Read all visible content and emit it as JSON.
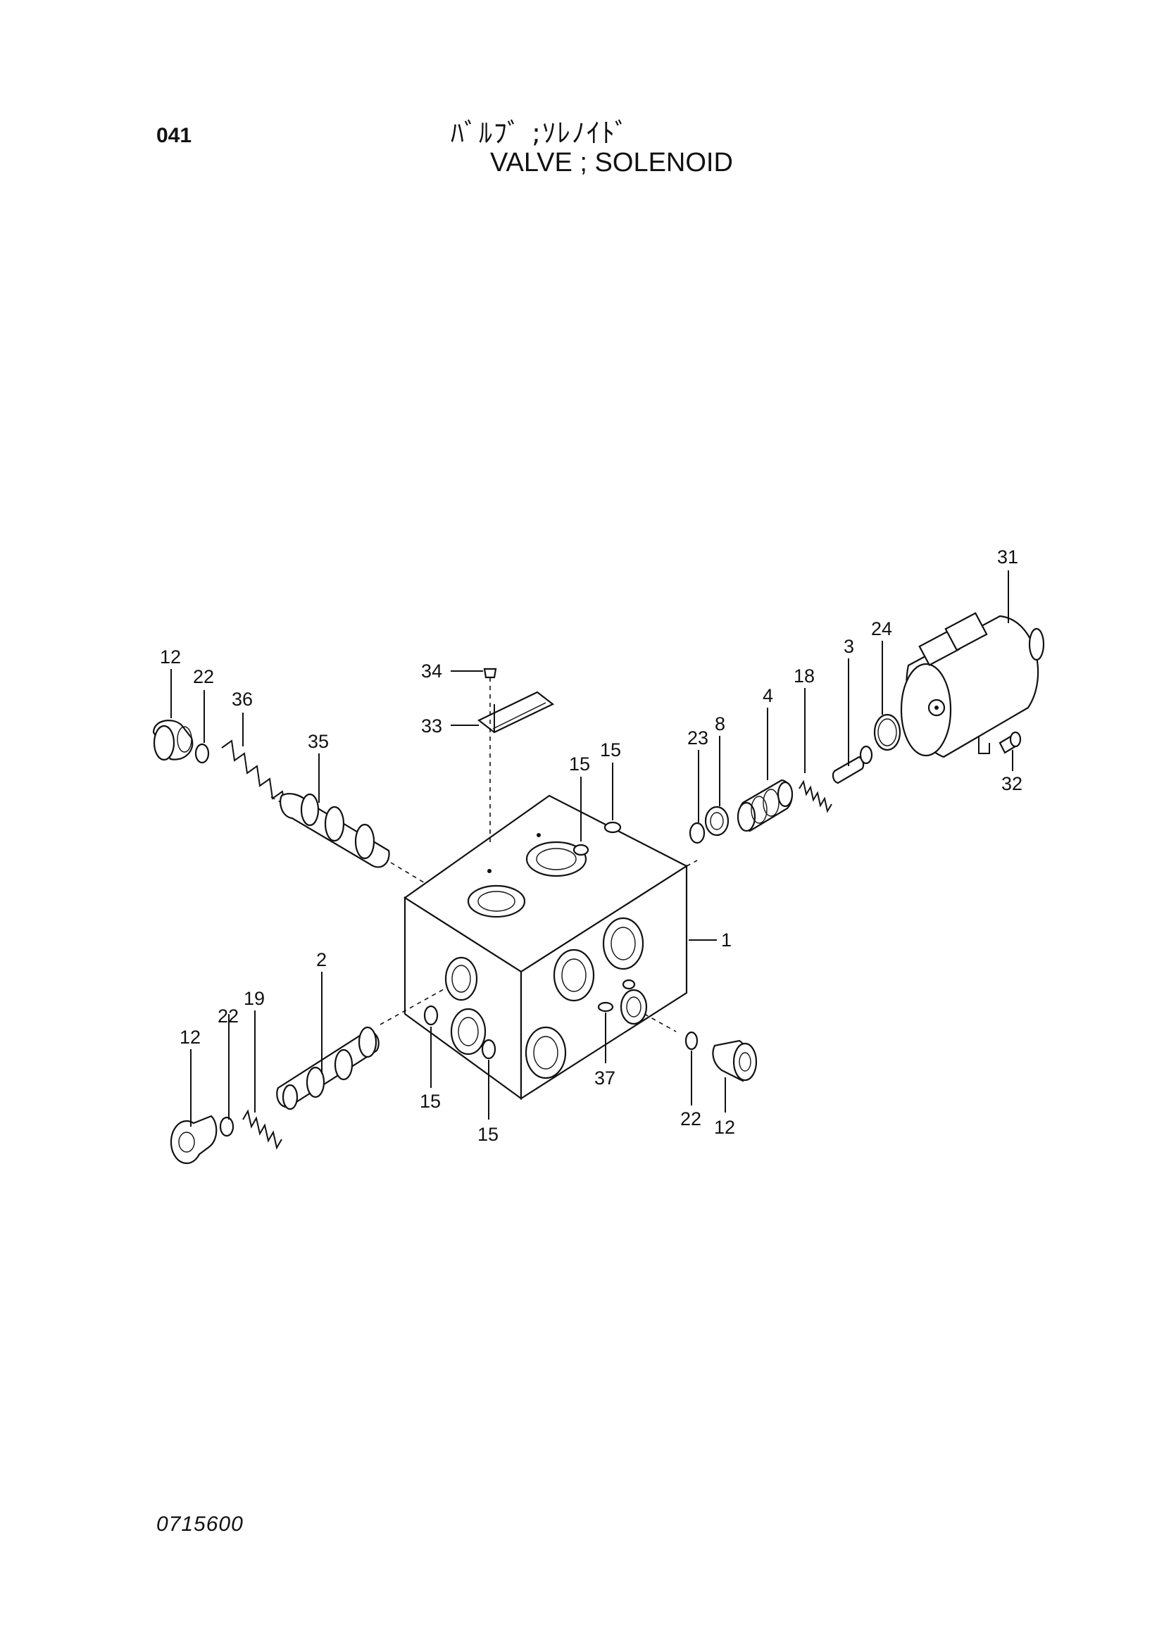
{
  "header": {
    "page_number": "041",
    "title_jp": "ﾊﾞﾙﾌﾞ ;ｿﾚﾉｲﾄﾞ",
    "title_en": "VALVE ; SOLENOID"
  },
  "footer": {
    "drawing_number": "0715600"
  },
  "callouts": {
    "c1": "1",
    "c2": "2",
    "c3": "3",
    "c4": "4",
    "c8": "8",
    "c12_top": "12",
    "c12_left": "12",
    "c12_right": "12",
    "c15_top_a": "15",
    "c15_top_b": "15",
    "c15_bottom_a": "15",
    "c15_bottom_b": "15",
    "c18": "18",
    "c19": "19",
    "c22_top": "22",
    "c22_left": "22",
    "c22_right": "22",
    "c23": "23",
    "c24": "24",
    "c31": "31",
    "c32": "32",
    "c33": "33",
    "c34": "34",
    "c35": "35",
    "c36": "36",
    "c37": "37"
  },
  "colors": {
    "ink": "#111111",
    "paper": "#ffffff"
  }
}
